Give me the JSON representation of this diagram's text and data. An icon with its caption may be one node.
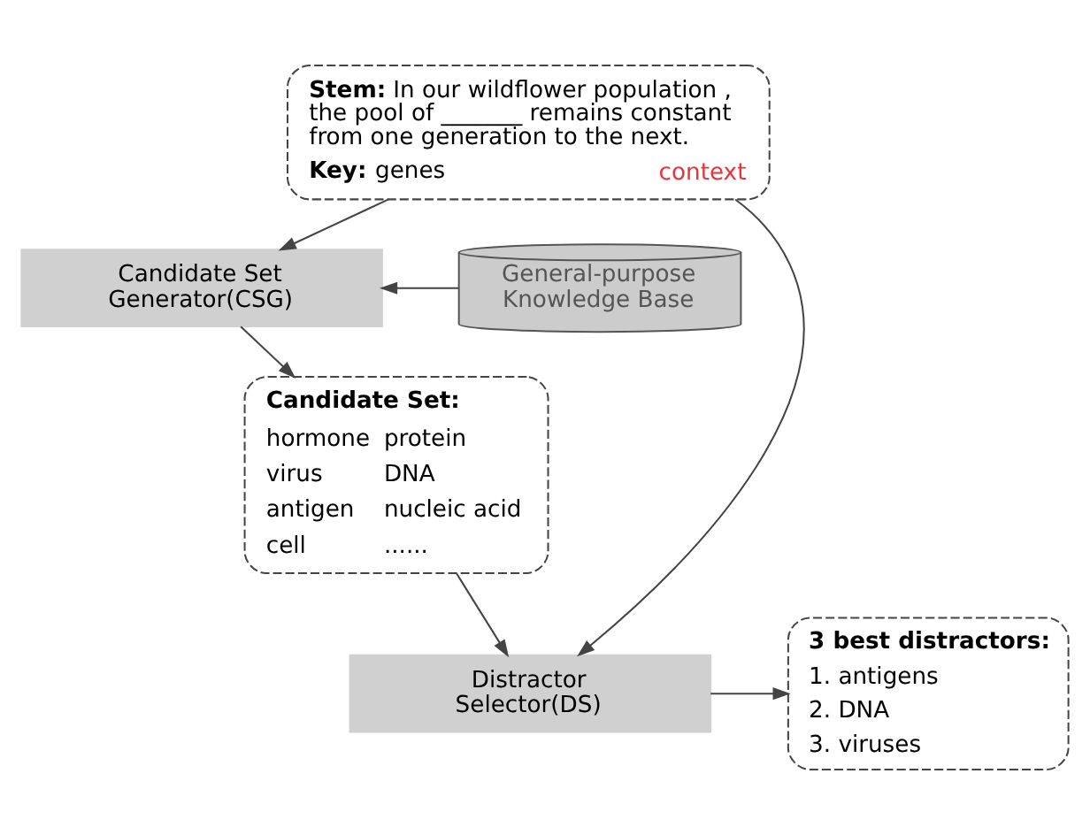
{
  "diagram": {
    "nodes": [
      {
        "text": [
          "**Stem:** In our wildflower population , the pool of _______ remains constant from one generation to the next.",
          "**Key:** genes",
          "context"
        ]
      },
      {
        "text": [
          "Candidate Set Generator(CSG)"
        ]
      },
      {
        "text": [
          "General-purpose Knowledge Base"
        ]
      },
      {
        "text": [
          "Candidate Set:",
          "hormone",
          "protein",
          "virus",
          "DNA",
          "antigen",
          "nucleic acid",
          "cell",
          "......"
        ]
      },
      {
        "text": [
          "Distractor Selector(DS)"
        ]
      },
      {
        "text": [
          "3 best distractors:",
          "1. antigens",
          "2. DNA",
          "3. viruses"
        ]
      }
    ],
    "edges": [
      {
        "from": 0,
        "to": 1,
        "arrow": "to"
      },
      {
        "from": 2,
        "to": 1,
        "arrow": "to"
      },
      {
        "from": 1,
        "to": 3,
        "arrow": "to"
      },
      {
        "from": 3,
        "to": 4,
        "arrow": "to"
      },
      {
        "from": 0,
        "to": 4,
        "arrow": "to"
      },
      {
        "from": 4,
        "to": 5,
        "arrow": "to"
      }
    ]
  }
}
